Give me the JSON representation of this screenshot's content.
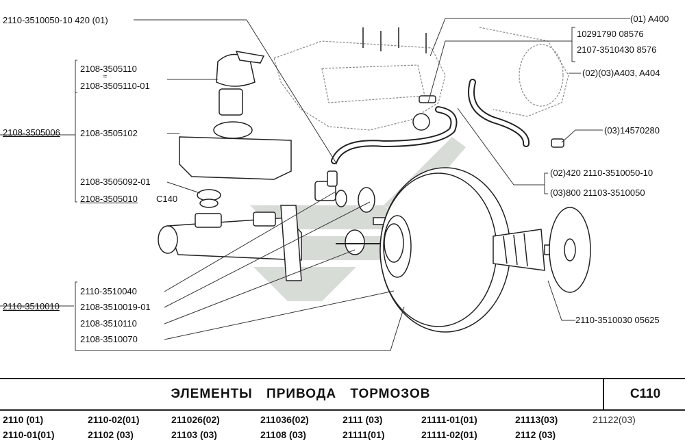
{
  "labels": {
    "l_top_hose": "2110-3510050-10  420 (01)",
    "l_a400": "(01) A400",
    "l_1029": "10291790       08576",
    "l_2107": "2107-3510430  8576",
    "l_a403": "(02)(03)A403, A404",
    "l_14570280": "(03)14570280",
    "l_420": "(02)420  2110-3510050-10",
    "l_800": "(03)800     21103-3510050",
    "l_3505110": "2108-3505110",
    "l_tilde": "≈",
    "l_3505110_01": "2108-3505110-01",
    "l_3505006": "2108-3505006",
    "l_3505102": "2108-3505102",
    "l_3505092": "2108-3505092-01",
    "l_3505010": "2108-3505010",
    "l_c140": "C140",
    "l_3510040": "2110-3510040",
    "l_3510019": "2108-3510019-01",
    "l_3510010": "2110-3510010",
    "l_3510110": "2108-3510110",
    "l_3510070": "2108-3510070",
    "l_3510030": "2110-3510030  05625"
  },
  "footer": {
    "title": "ЭЛЕМЕНТЫ   ПРИВОДА   ТОРМОЗОВ",
    "code": "C110"
  },
  "models": [
    "2110      (01)",
    "2110-02(01)",
    "211026(02)",
    "211036(02)",
    "2111   (03)",
    "21111-01(01)",
    "21113(03)",
    "21122(03)",
    "2110-01(01)",
    "21102    (03)",
    "21103  (03)",
    "21108  (03)",
    "21111(01)",
    "21111-02(01)",
    "2112   (03)"
  ]
}
